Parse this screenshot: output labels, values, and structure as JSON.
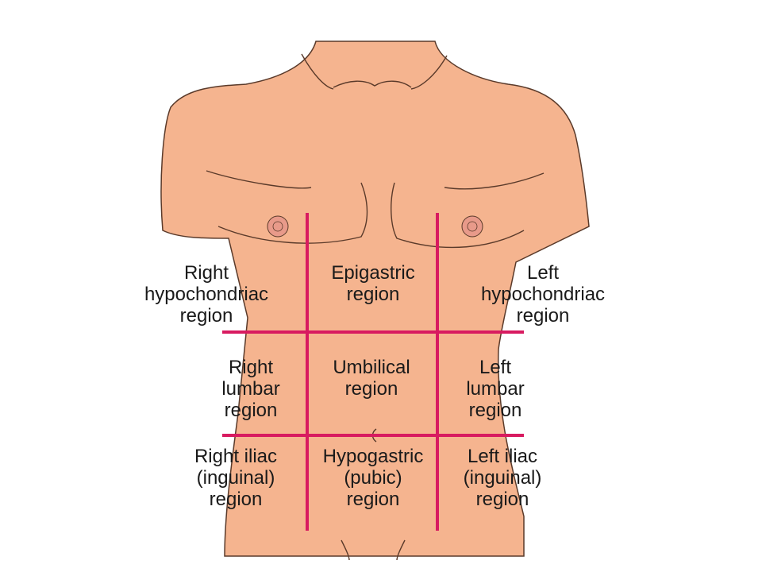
{
  "colors": {
    "skin": "#F5B48F",
    "outline": "#5a3a2a",
    "grid_lines": "#D81B60",
    "nipple": "#E89A8A"
  },
  "regions": [
    {
      "id": "right-hypochondriac",
      "lines": [
        "Right",
        "hypochondriac",
        "region"
      ]
    },
    {
      "id": "epigastric",
      "lines": [
        "Epigastric",
        "region"
      ]
    },
    {
      "id": "left-hypochondriac",
      "lines": [
        "Left",
        "hypochondriac",
        "region"
      ]
    },
    {
      "id": "right-lumbar",
      "lines": [
        "Right",
        "lumbar",
        "region"
      ]
    },
    {
      "id": "umbilical",
      "lines": [
        "Umbilical",
        "region"
      ]
    },
    {
      "id": "left-lumbar",
      "lines": [
        "Left",
        "lumbar",
        "region"
      ]
    },
    {
      "id": "right-iliac",
      "lines": [
        "Right iliac",
        "(inguinal)",
        "region"
      ]
    },
    {
      "id": "hypogastric",
      "lines": [
        "Hypogastric",
        "(pubic)",
        "region"
      ]
    },
    {
      "id": "left-iliac",
      "lines": [
        "Left iliac",
        "(inguinal)",
        "region"
      ]
    }
  ]
}
